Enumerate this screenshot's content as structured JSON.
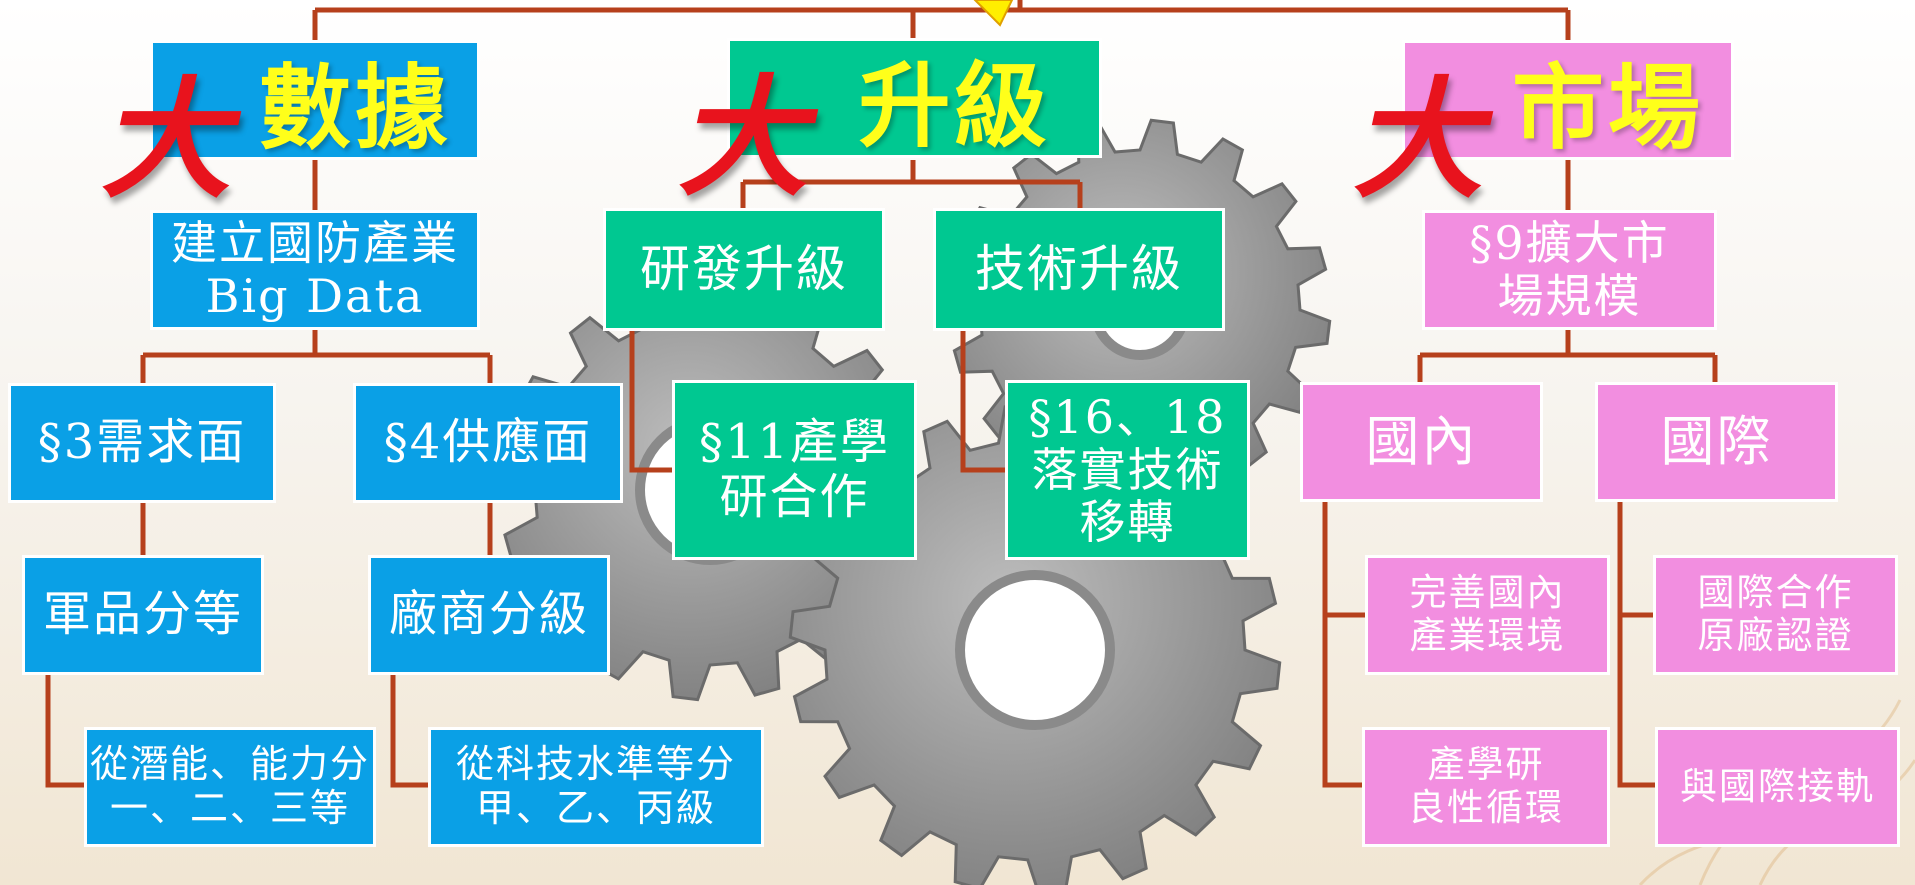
{
  "colors": {
    "blue": "#0aa0e6",
    "green": "#00c891",
    "pink": "#f28ee0",
    "line": "#b6401c",
    "header_char": "#e8131d",
    "header_text": "#ffff1a"
  },
  "headers": {
    "big_prefix": "大",
    "data": "數據",
    "upgrade": "升級",
    "market": "市場"
  },
  "data_branch": {
    "root": "建立國防產業\nBig Data",
    "demand": "§3需求面",
    "supply": "§4供應面",
    "military": "軍品分等",
    "vendor": "廠商分級",
    "military_detail": "從潛能、能力分\n一、二、三等",
    "vendor_detail": "從科技水準等分\n甲、乙、丙級"
  },
  "upgrade_branch": {
    "rd": "研發升級",
    "tech": "技術升級",
    "industry_academia": "§11產學\n研合作",
    "transfer": "§16、18\n落實技術\n移轉"
  },
  "market_branch": {
    "root": "§9擴大市\n場規模",
    "domestic": "國內",
    "international": "國際",
    "domestic_env": "完善國內\n產業環境",
    "domestic_cycle": "產學研\n良性循環",
    "intl_cert": "國際合作\n原廠認證",
    "intl_link": "與國際接軌"
  }
}
